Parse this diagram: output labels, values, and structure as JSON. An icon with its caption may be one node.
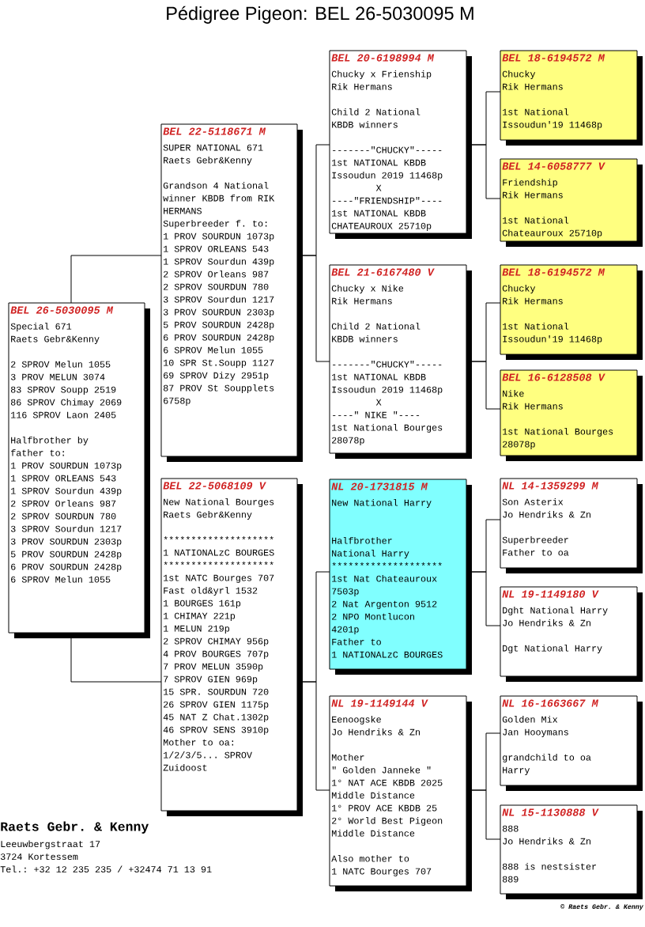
{
  "diagram": {
    "title": "Pédigree Pigeon: BEL 26-5030095 M",
    "nodes": [
      {
        "text": [
          "BEL 26-5030095 M",
          "Special 671",
          "Raets Gebr&Kenny",
          "2 SPROV Melun 1055",
          "3 PROV MELUN 3074",
          "83 SPROV Soupp 2519",
          "86 SPROV Chimay 2069",
          "116 SPROV Laon 2405",
          "Halfbrother by",
          "father to:",
          "1 PROV SOURDUN 1073p",
          "1 SPROV ORLEANS 543",
          "1 SPROV Sourdun 439p",
          "2 SPROV Orleans 987",
          "2 SPROV SOURDUN 780",
          "3 SPROV Sourdun 1217",
          "3 PROV SOURDUN 2303p",
          "5 PROV SOURDUN 2428p",
          "6 PROV SOURDUN 2428p",
          "6 SPROV Melun 1055"
        ]
      },
      {
        "text": [
          "BEL 22-5118671 M",
          "SUPER NATIONAL 671",
          "Raets Gebr&Kenny",
          "Grandson 4 National",
          "winner KBDB from RIK",
          "HERMANS",
          "Superbreeder f. to:",
          "1 PROV SOURDUN 1073p",
          "1 SPROV ORLEANS 543",
          "1 SPROV Sourdun 439p",
          "2 SPROV Orleans 987",
          "2 SPROV SOURDUN 780",
          "3 SPROV Sourdun 1217",
          "3 PROV SOURDUN 2303p",
          "5 PROV SOURDUN 2428p",
          "6 PROV SOURDUN 2428p",
          "6 SPROV Melun 1055",
          "10 SPR St.Soupp 1127",
          "69 SPROV Dizy 2951p",
          "87 PROV St Soupplets",
          "6758p"
        ]
      },
      {
        "text": [
          "BEL 22-5068109 V",
          "New National Bourges",
          "Raets Gebr&Kenny",
          "********************",
          "1 NATIONALzC BOURGES",
          "********************",
          "1st NATC Bourges 707",
          "Fast old&yrl 1532",
          "1 BOURGES 161p",
          "1 CHIMAY 221p",
          "1 MELUN 219p",
          "2 SPROV CHIMAY 956p",
          "4 PROV BOURGES 707p",
          "7 PROV MELUN 3590p",
          "7 SPROV GIEN 969p",
          "15 SPR. SOURDUN 720",
          "26 SPROV GIEN 1175p",
          "45 NAT Z Chat.1302p",
          "46 SPROV SENS 3910p",
          "Mother to oa:",
          "1/2/3/5... SPROV",
          "Zuidoost"
        ]
      },
      {
        "text": [
          "BEL 20-6198994 M",
          "Chucky x Frienship",
          "Rik Hermans",
          "Child 2 National",
          "KBDB winners",
          "-------\"CHUCKY\"-----",
          "1st NATIONAL KBDB",
          "Issoudun 2019 11468p",
          "X",
          "----\"FRIENDSHIP\"----",
          "1st NATIONAL KBDB",
          "CHATEAUROUX 25710p"
        ]
      },
      {
        "text": [
          "BEL 21-6167480 V",
          "Chucky x Nike",
          "Rik Hermans",
          "Child 2 National",
          "KBDB winners",
          "-------\"CHUCKY\"-----",
          "1st NATIONAL KBDB",
          "Issoudun 2019 11468p",
          "X",
          "----\" NIKE \"----",
          "1st National Bourges",
          "28078p"
        ]
      },
      {
        "text": [
          "NL 20-1731815 M",
          "New National Harry",
          "Halfbrother",
          "National Harry",
          "********************",
          "1st Nat Chateauroux",
          "7503p",
          "2 Nat Argenton 9512",
          "2 NPO Montlucon",
          "4201p",
          "Father to",
          "1 NATIONALzC BOURGES"
        ]
      },
      {
        "text": [
          "NL 19-1149144 V",
          "Eenoogske",
          "Jo Hendriks & Zn",
          "Mother",
          "\" Golden Janneke \"",
          "1° NAT ACE KBDB 2025",
          "Middle Distance",
          "1° PROV ACE KBDB 25",
          "2° World Best Pigeon",
          "Middle Distance",
          "Also mother to",
          "1 NATC Bourges 707"
        ]
      },
      {
        "text": [
          "BEL 18-6194572 M",
          "Chucky",
          "Rik Hermans",
          "1st National",
          "Issoudun'19 11468p"
        ]
      },
      {
        "text": [
          "BEL 14-6058777 V",
          "Friendship",
          "Rik Hermans",
          "1st National",
          "Chateauroux 25710p"
        ]
      },
      {
        "text": [
          "BEL 18-6194572 M",
          "Chucky",
          "Rik Hermans",
          "1st National",
          "Issoudun'19 11468p"
        ]
      },
      {
        "text": [
          "BEL 16-6128508 V",
          "Nike",
          "Rik Hermans",
          "1st National Bourges",
          "28078p"
        ]
      },
      {
        "text": [
          "NL 14-1359299 M",
          "Son Asterix",
          "Jo Hendriks & Zn",
          "Superbreeder",
          "Father to oa"
        ]
      },
      {
        "text": [
          "NL 19-1149180 V",
          "Dght National Harry",
          "Jo Hendriks & Zn",
          "Dgt National Harry"
        ]
      },
      {
        "text": [
          "NL 16-1663667 M",
          "Golden Mix",
          "Jan Hooymans",
          "grandchild to oa",
          "Harry"
        ]
      },
      {
        "text": [
          "NL 15-1130888 V",
          "888",
          "Jo Hendriks & Zn",
          "888 is nestsister",
          "889"
        ]
      }
    ],
    "edges": [
      {
        "from": 0,
        "to": 1,
        "arrow": "none"
      },
      {
        "from": 0,
        "to": 2,
        "arrow": "none"
      },
      {
        "from": 1,
        "to": 3,
        "arrow": "none"
      },
      {
        "from": 1,
        "to": 4,
        "arrow": "none"
      },
      {
        "from": 2,
        "to": 5,
        "arrow": "none"
      },
      {
        "from": 2,
        "to": 6,
        "arrow": "none"
      },
      {
        "from": 3,
        "to": 7,
        "arrow": "none"
      },
      {
        "from": 3,
        "to": 8,
        "arrow": "none"
      },
      {
        "from": 4,
        "to": 9,
        "arrow": "none"
      },
      {
        "from": 4,
        "to": 10,
        "arrow": "none"
      },
      {
        "from": 5,
        "to": 11,
        "arrow": "none"
      },
      {
        "from": 5,
        "to": 12,
        "arrow": "none"
      },
      {
        "from": 6,
        "to": 13,
        "arrow": "none"
      },
      {
        "from": 6,
        "to": 14,
        "arrow": "none"
      }
    ],
    "labels": [
      "Raets Gebr. & Kenny",
      "Leeuwbergstraat 17",
      "3724 Kortessem",
      "Tel.: +32 12 235 235 / +32474 71 13 91",
      "© Raets Gebr. & Kenny"
    ]
  }
}
